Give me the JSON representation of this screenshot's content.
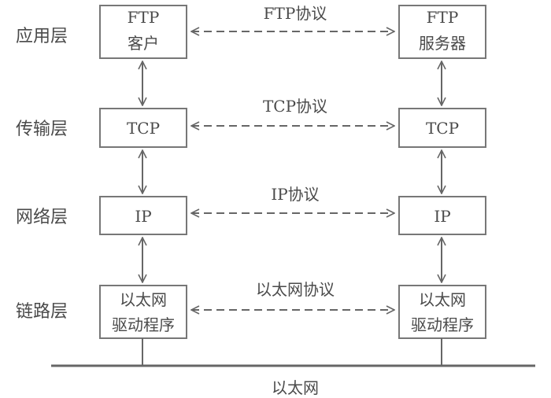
{
  "layers": [
    {
      "name": "应用层",
      "client": [
        "FTP",
        "客户"
      ],
      "server": [
        "FTP",
        "服务器"
      ],
      "protocol": "FTP协议"
    },
    {
      "name": "传输层",
      "client": [
        "TCP"
      ],
      "server": [
        "TCP"
      ],
      "protocol": "TCP协议"
    },
    {
      "name": "网络层",
      "client": [
        "IP"
      ],
      "server": [
        "IP"
      ],
      "protocol": "IP协议"
    },
    {
      "name": "链路层",
      "client": [
        "以太网",
        "驱动程序"
      ],
      "server": [
        "以太网",
        "驱动程序"
      ],
      "protocol": "以太网协议"
    }
  ],
  "network_label": "以太网"
}
